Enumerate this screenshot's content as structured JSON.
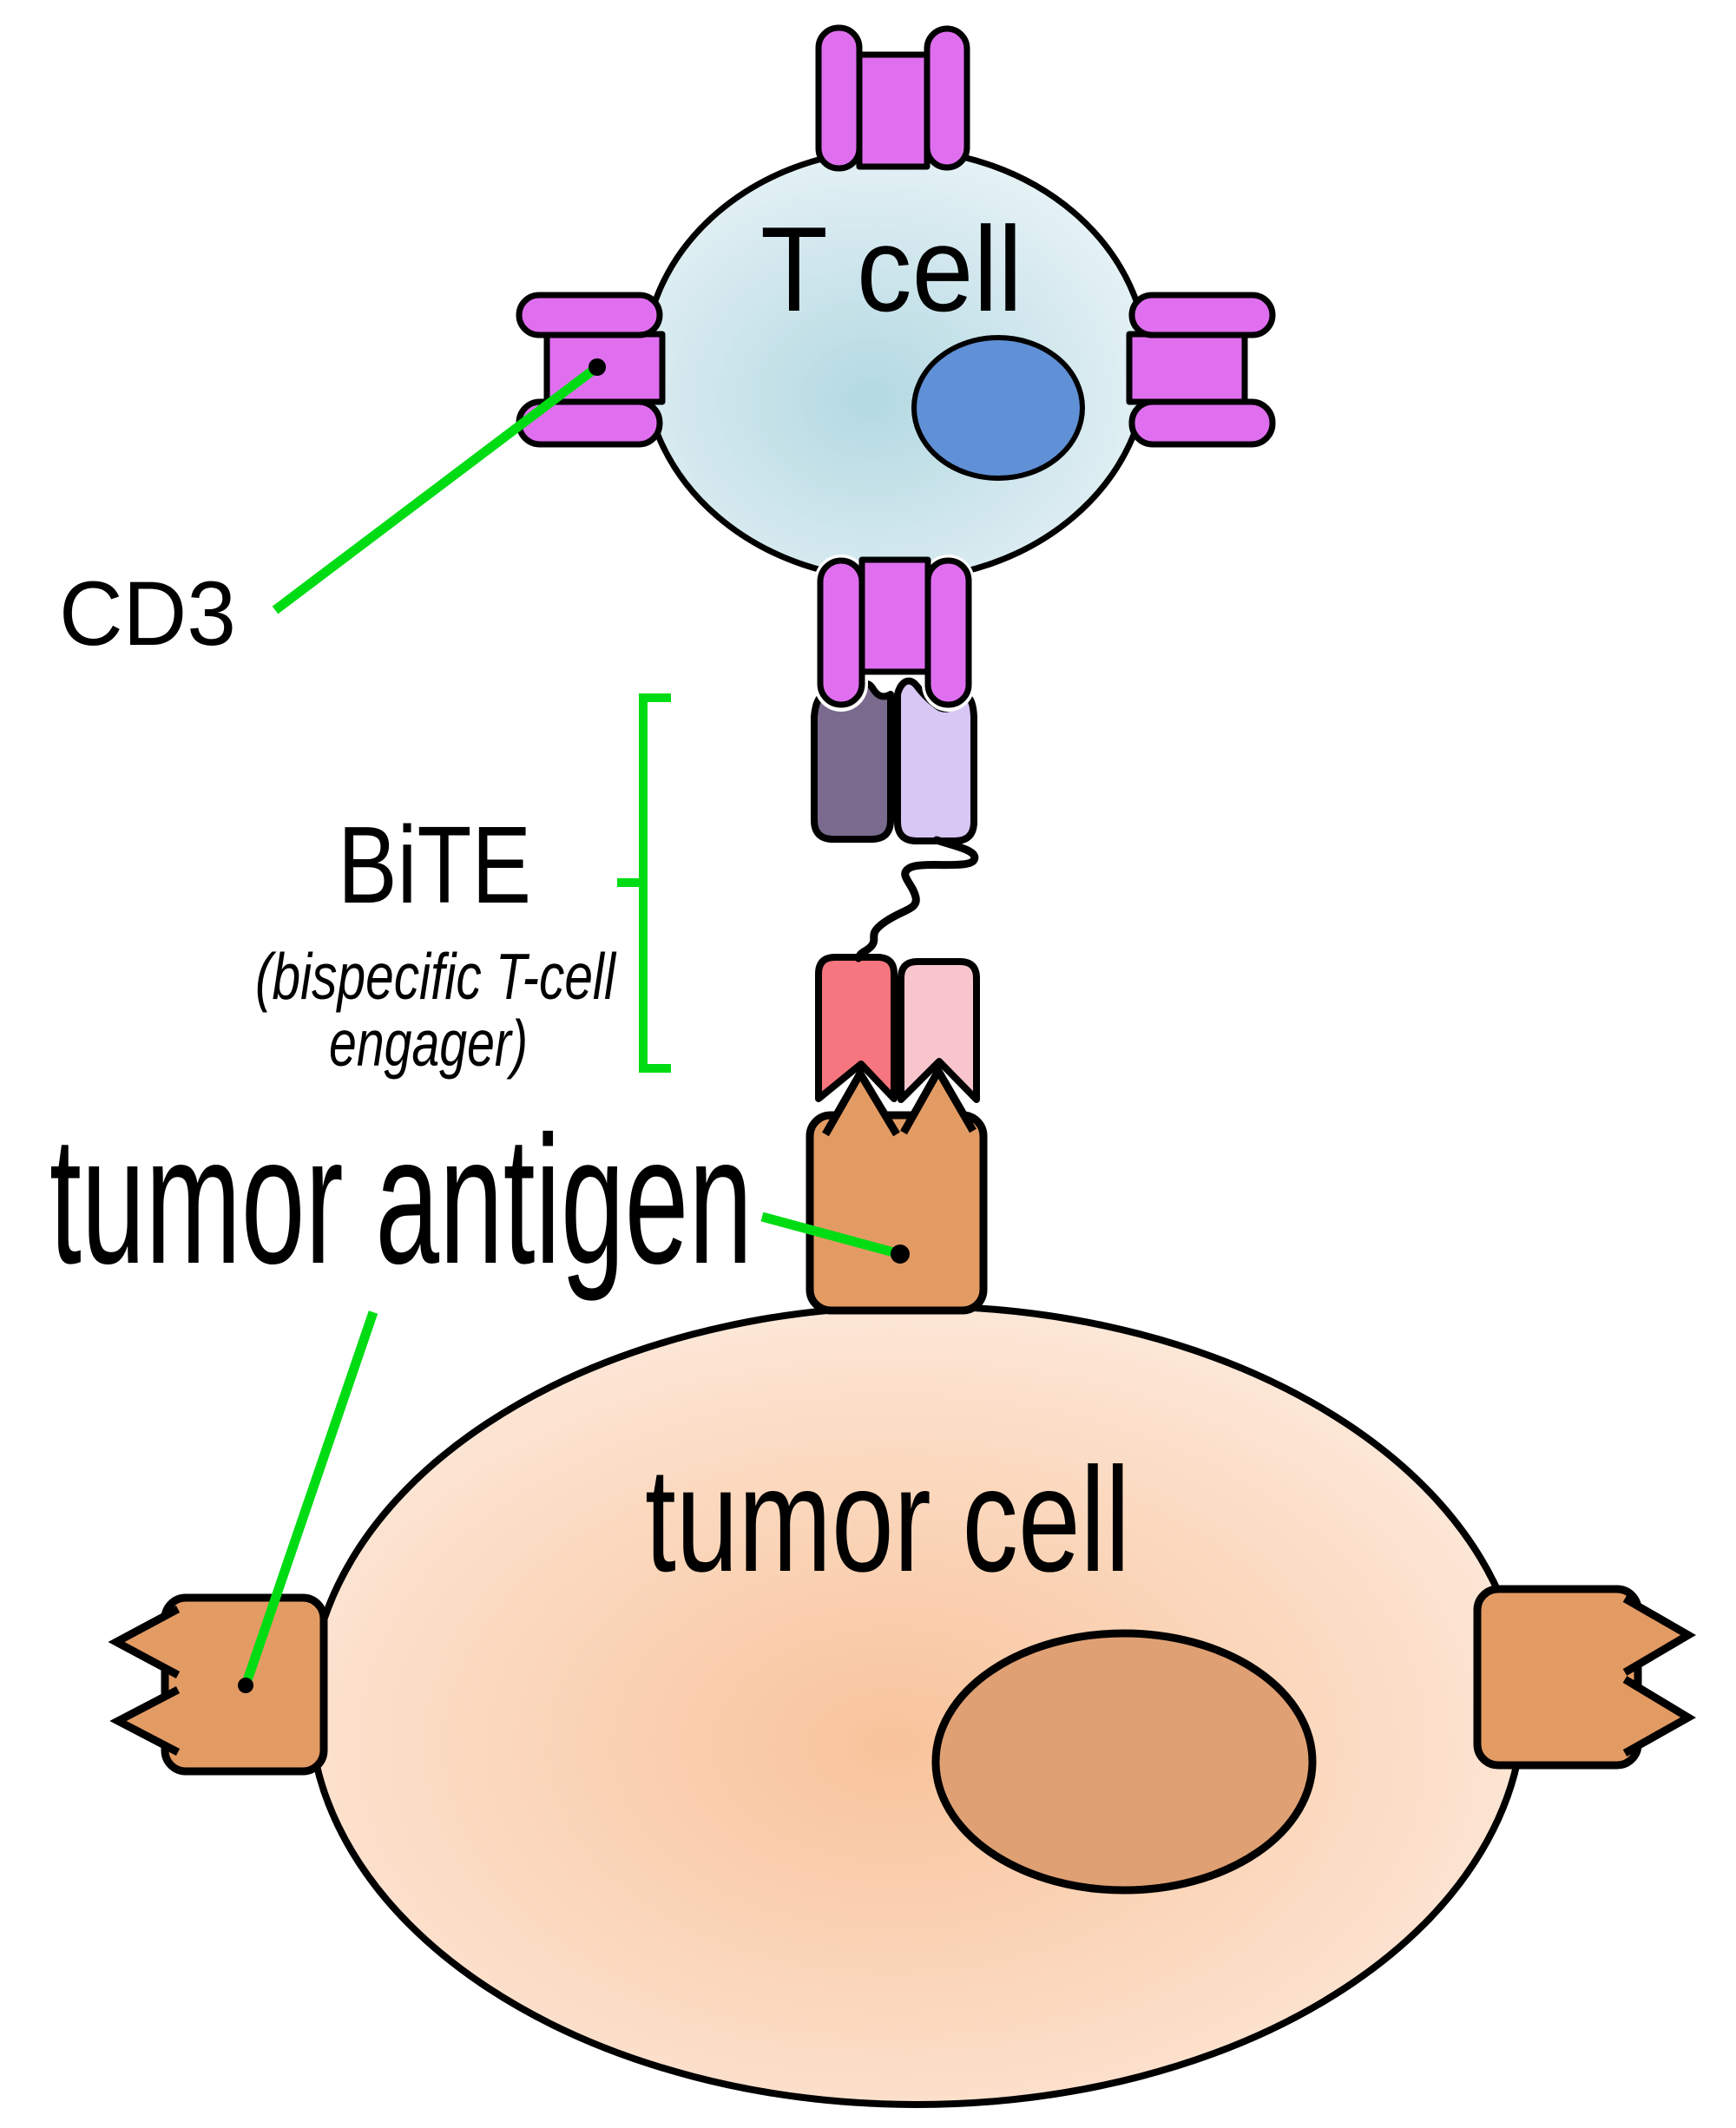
{
  "diagram": {
    "t_cell": {
      "label": "T cell"
    },
    "tumor_cell": {
      "label": "tumor cell"
    },
    "annotations": {
      "cd3": {
        "label": "CD3"
      },
      "bite": {
        "label": "BiTE",
        "subtitle_line1": "(bispecific T-cell",
        "subtitle_line2": "engager)"
      },
      "tumor_antigen": {
        "label": "tumor antigen"
      }
    }
  },
  "colors": {
    "accent_green": "#00dc14",
    "receptor_magenta": "#e06ff0",
    "scfv_dark_purple": "#7a6b8e",
    "scfv_light_purple": "#d8c6f4",
    "scfv_red": "#f5767e",
    "scfv_pink": "#f9c5cc",
    "antigen_orange": "#e39b64",
    "t_cell_center": "#b3d9e2",
    "t_cell_mid": "#d3e8ee",
    "t_cell_edge": "#ecf6f9",
    "t_cell_nucleus": "#6090d5",
    "tumor_center": "#f8c39c",
    "tumor_mid": "#fbd9bf",
    "tumor_edge": "#fdf1e9",
    "tumor_nucleus": "#dfa074",
    "outline": "#000000",
    "background": "#ffffff"
  }
}
